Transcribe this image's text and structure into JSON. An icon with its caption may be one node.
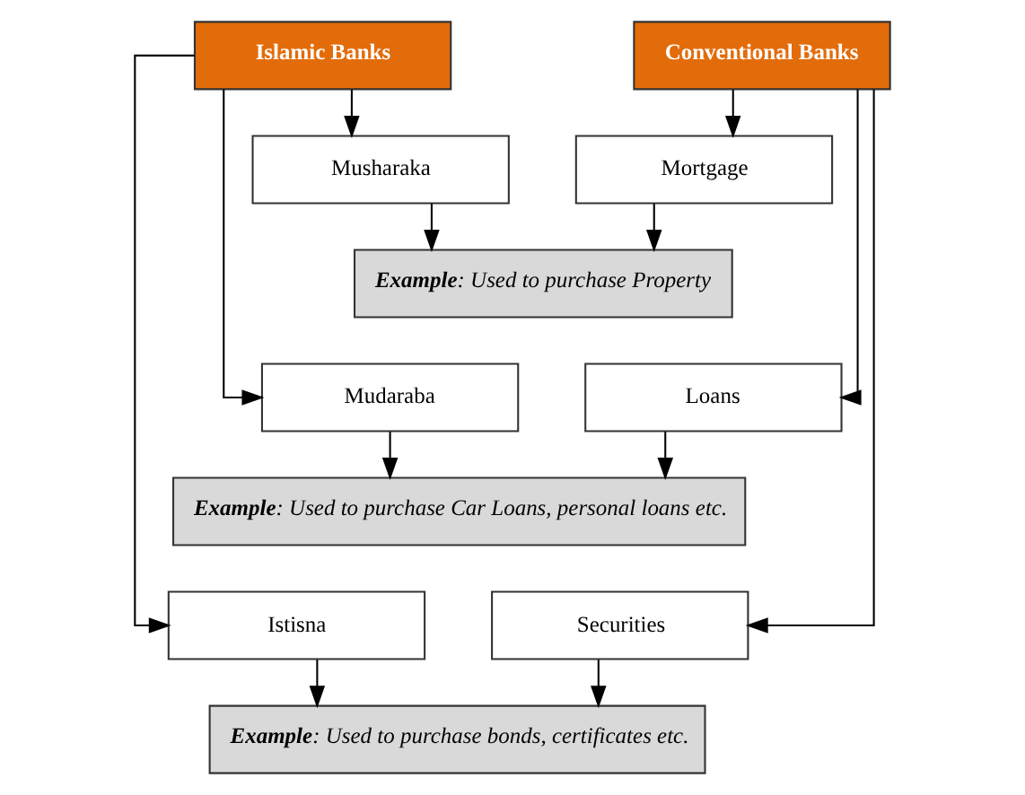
{
  "diagram": {
    "nodes": [
      {
        "text": [
          "Islamic Banks"
        ]
      },
      {
        "text": [
          "Conventional Banks"
        ]
      },
      {
        "text": [
          "Musharaka"
        ]
      },
      {
        "text": [
          "Mortgage"
        ]
      },
      {
        "text": [
          "**Example**: Used to purchase Property"
        ]
      },
      {
        "text": [
          "Mudaraba"
        ]
      },
      {
        "text": [
          "Loans"
        ]
      },
      {
        "text": [
          "**Example**: Used to purchase Car Loans, personal loans etc."
        ]
      },
      {
        "text": [
          "Istisna"
        ]
      },
      {
        "text": [
          "Securities"
        ]
      },
      {
        "text": [
          "**Example**: Used to purchase bonds, certificates etc."
        ]
      }
    ],
    "edges": [
      {
        "from": 0,
        "to": 2,
        "arrow": "to"
      },
      {
        "from": 0,
        "to": 5,
        "arrow": "to"
      },
      {
        "from": 0,
        "to": 8,
        "arrow": "to"
      },
      {
        "from": 1,
        "to": 3,
        "arrow": "to"
      },
      {
        "from": 1,
        "to": 6,
        "arrow": "to"
      },
      {
        "from": 1,
        "to": 9,
        "arrow": "to"
      },
      {
        "from": 2,
        "to": 4,
        "arrow": "to"
      },
      {
        "from": 3,
        "to": 4,
        "arrow": "to"
      },
      {
        "from": 5,
        "to": 7,
        "arrow": "to"
      },
      {
        "from": 6,
        "to": 7,
        "arrow": "to"
      },
      {
        "from": 8,
        "to": 10,
        "arrow": "to"
      },
      {
        "from": 9,
        "to": 10,
        "arrow": "to"
      }
    ]
  }
}
